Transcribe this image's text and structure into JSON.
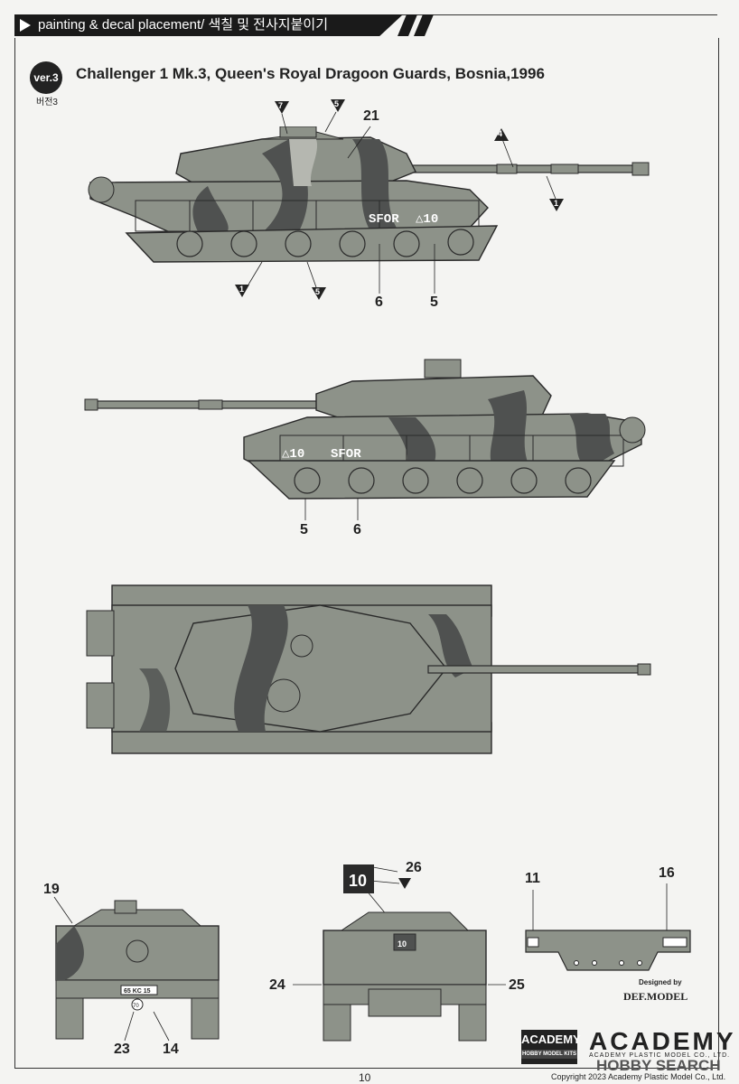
{
  "header": {
    "section_title": "painting & decal placement/ 색칠 및 전사지붙이기"
  },
  "version": {
    "badge": "ver.3",
    "sub_label": "버전3"
  },
  "subject_title": "Challenger 1 Mk.3, Queen's Royal Dragoon Guards, Bosnia,1996",
  "markings": {
    "sfor": "SFOR",
    "unit": "△10",
    "plate": "65 KC 15",
    "rear_decal": "10",
    "circle_decal": "70"
  },
  "callouts": {
    "c21": "21",
    "c7": "7",
    "c5": "5",
    "c4": "4",
    "c1": "1",
    "c6": "6",
    "c26": "26",
    "c19": "19",
    "c23": "23",
    "c14": "14",
    "c24": "24",
    "c25": "25",
    "c11": "11",
    "c16": "16"
  },
  "branding": {
    "designed_by": "Designed by",
    "def_model": "DEF.MODEL",
    "academy_small": "ACADEMY",
    "academy_small_sub": "HOBBY MODEL KITS",
    "academy_big": "ACADEMY",
    "academy_big_sub": "ACADEMY PLASTIC MODEL CO., LTD.",
    "copyright": "Copyright 2023 Academy Plastic Model Co., Ltd.",
    "watermark": "HOBBY SEARCH"
  },
  "page_number": "10",
  "colors": {
    "base_green": "#8d9289",
    "camo_dark": "#4f5150",
    "camo_light": "#b5b7b0",
    "outline": "#2a2a2a"
  }
}
